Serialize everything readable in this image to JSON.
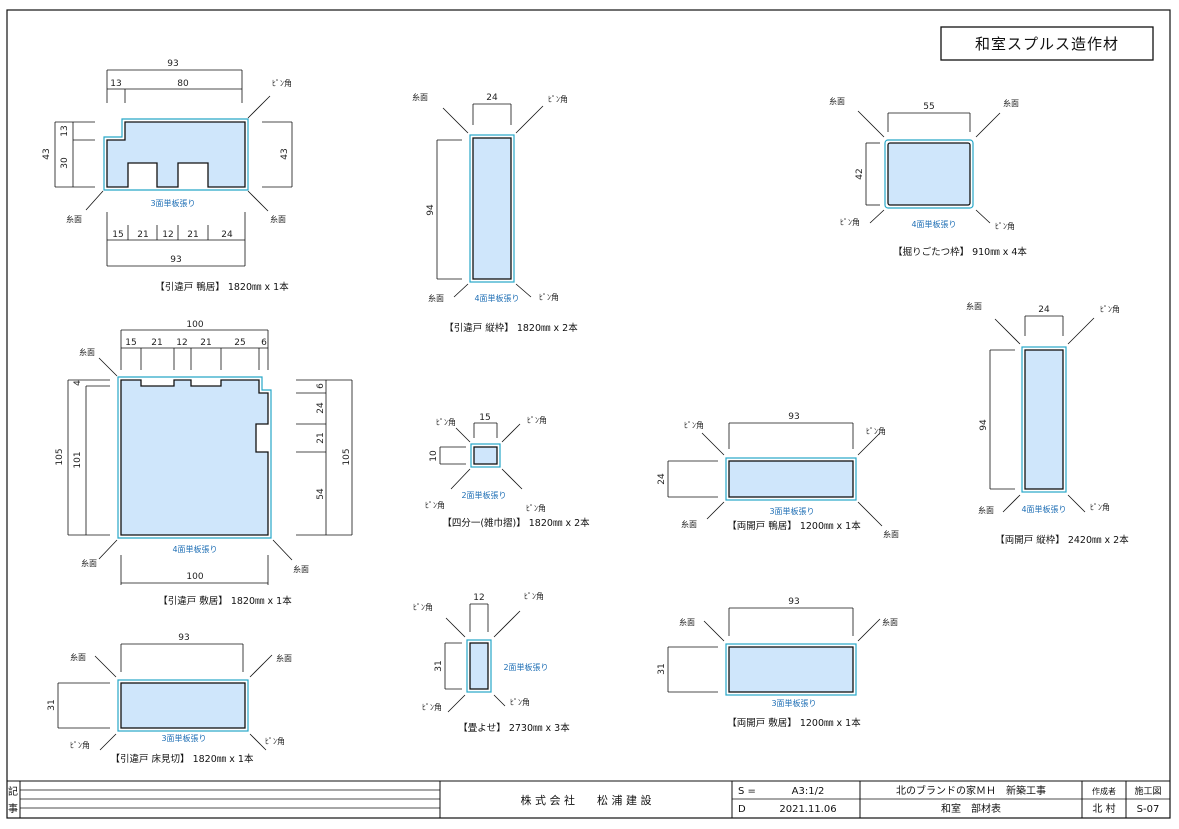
{
  "title": "和室スプルス造作材",
  "labels": {
    "itomen": "糸面",
    "pinkaku": "ﾋﾟﾝ角"
  },
  "veneer_notes": {
    "three": "3面単板張り",
    "four": "4面単板張り",
    "two": "2面単板張り"
  },
  "parts": {
    "p1": {
      "caption": "【引違戸 鴨居】 1820㎜ x 1本",
      "dims": [
        "93",
        "13",
        "80",
        "13",
        "30",
        "43",
        "43",
        "15",
        "21",
        "12",
        "21",
        "24",
        "93"
      ]
    },
    "p2": {
      "caption": "【引違戸 縦枠】 1820㎜ x 2本",
      "dims": [
        "24",
        "94"
      ]
    },
    "p3": {
      "caption": "【掘りごたつ枠】 910㎜ x 4本",
      "dims": [
        "55",
        "42"
      ]
    },
    "p4": {
      "caption": "【引違戸 敷居】 1820㎜ x 1本",
      "dims": [
        "100",
        "15",
        "21",
        "12",
        "21",
        "25",
        "6",
        "4",
        "101",
        "105",
        "6",
        "24",
        "21",
        "54",
        "105",
        "100"
      ]
    },
    "p5": {
      "caption": "【四分一(雑巾摺)】 1820㎜ x 2本",
      "dims": [
        "15",
        "10"
      ]
    },
    "p6": {
      "caption": "【両開戸 鴨居】 1200㎜ x 1本",
      "dims": [
        "93",
        "24"
      ]
    },
    "p7": {
      "caption": "【両開戸 縦枠】 2420㎜ x 2本",
      "dims": [
        "24",
        "94"
      ]
    },
    "p8": {
      "caption": "【引違戸 床見切】 1820㎜ x 1本",
      "dims": [
        "93",
        "31"
      ]
    },
    "p9": {
      "caption": "【畳よせ】 2730㎜ x 3本",
      "dims": [
        "12",
        "31"
      ]
    },
    "p10": {
      "caption": "【両開戸 敷居】 1200㎜ x 1本",
      "dims": [
        "93",
        "31"
      ]
    }
  },
  "titleblock": {
    "ki": "記",
    "ji": "事",
    "company": "株 式 会 社　　松 浦 建 設",
    "scale_label": "S =",
    "scale_value": "A3:1/2",
    "date_label": "D",
    "date_value": "2021.11.06",
    "project": "北のブランドの家ＭＨ　新築工事",
    "sheet_title": "和室　部材表",
    "author_label": "作成者",
    "author": "北 村",
    "drawing_label": "施工図",
    "drawing_no": "S-07"
  }
}
